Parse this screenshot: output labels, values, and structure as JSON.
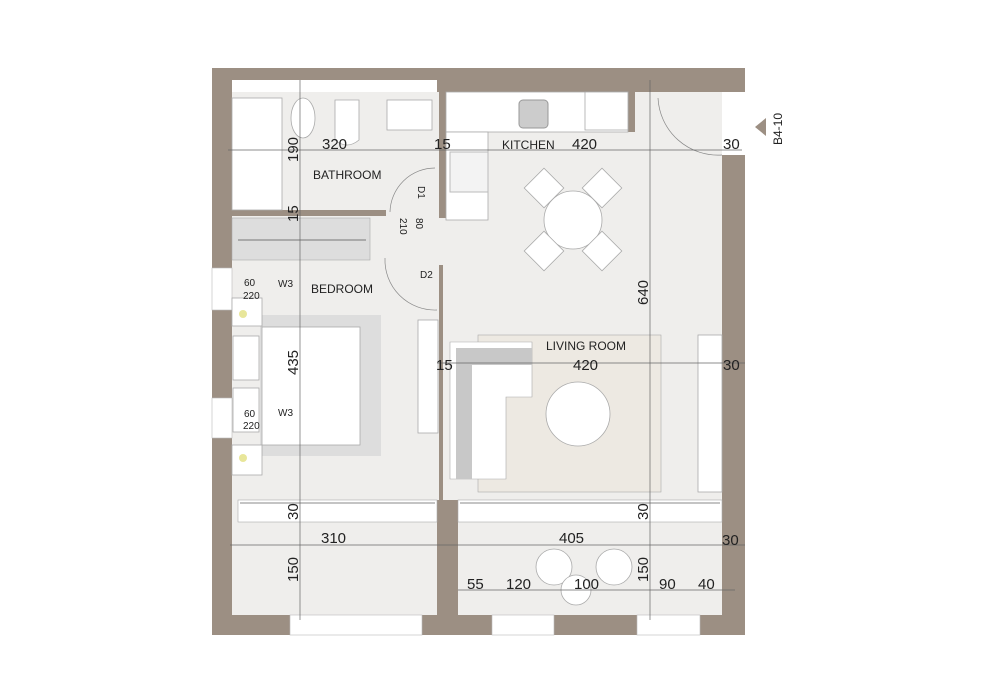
{
  "plan": {
    "unit_label": "B4-10",
    "rooms": {
      "bathroom": "BATHROOM",
      "bedroom": "BEDROOM",
      "kitchen": "KITCHEN",
      "living_room": "LIVING ROOM"
    },
    "doors": {
      "d1": "D1",
      "d2": "D2",
      "d1_width": "80",
      "d1_height": "210"
    },
    "windows": [
      {
        "label": "W3",
        "width": "60",
        "height": "220"
      },
      {
        "label": "W3",
        "width": "60",
        "height": "220"
      }
    ],
    "dimensions": {
      "bathroom_height": "190",
      "bathroom_width": "320",
      "wall_top_mid": "15",
      "wall_bath_bed": "15",
      "kitchen_width": "420",
      "entrance_wall": "30",
      "living_height": "640",
      "bedroom_height": "435",
      "wall_bed_living": "15",
      "living_width": "420",
      "right_wall": "30",
      "balcony_wall_left": "30",
      "balcony_wall_right": "30",
      "balcony_left_width": "310",
      "balcony_right_width": "405",
      "balcony_right_wall": "30",
      "balcony_left_depth": "150",
      "balcony_right_depth": "150",
      "seg_55": "55",
      "seg_120": "120",
      "seg_100": "100",
      "seg_90": "90",
      "seg_40": "40"
    },
    "colors": {
      "wall": "#9c8f83",
      "floor": "#efeeec",
      "rug": "#ede9e2"
    }
  }
}
